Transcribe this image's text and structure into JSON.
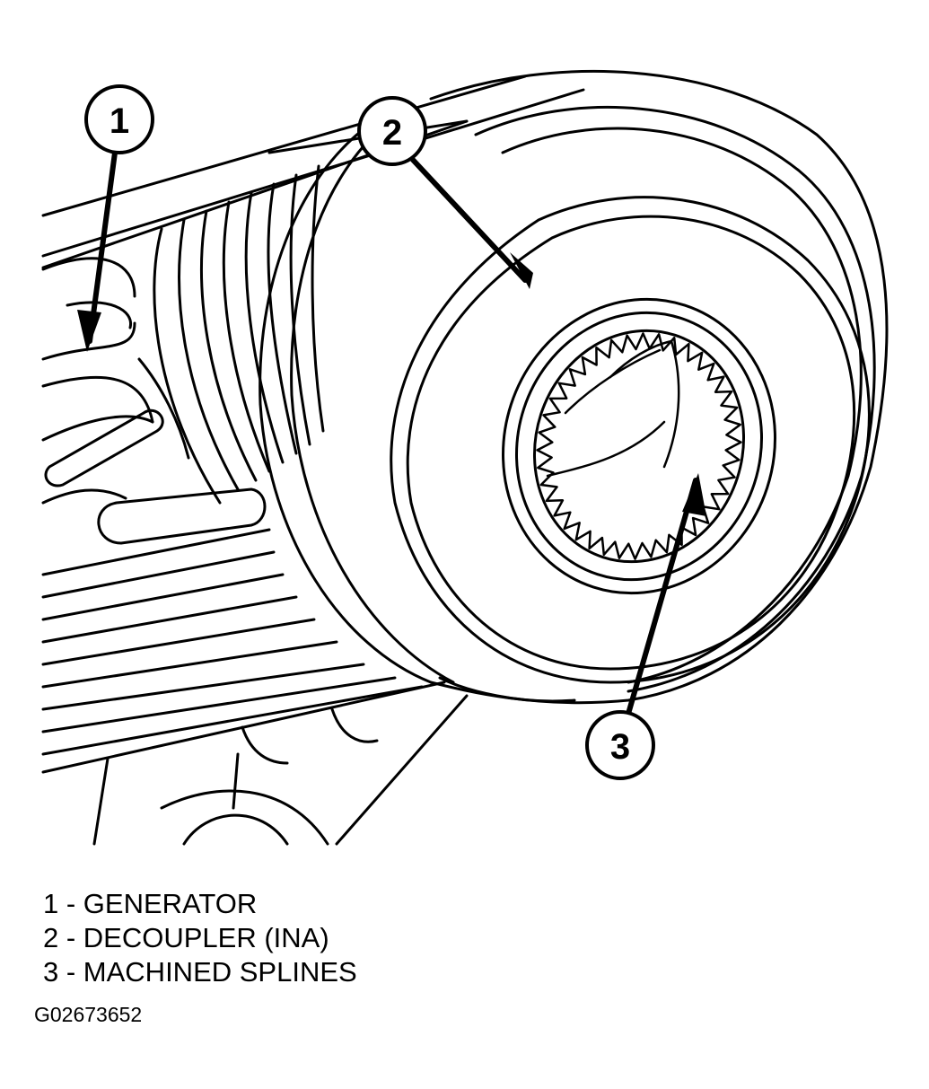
{
  "callouts": [
    {
      "number": "1",
      "label": "GENERATOR"
    },
    {
      "number": "2",
      "label": "DECOUPLER (INA)"
    },
    {
      "number": "3",
      "label": "MACHINED SPLINES"
    }
  ],
  "legend": [
    {
      "text": "1 - GENERATOR"
    },
    {
      "text": "2 - DECOUPLER (INA)"
    },
    {
      "text": "3 - MACHINED SPLINES"
    }
  ],
  "figure_id": "G02673652",
  "colors": {
    "line": "#000000",
    "background": "#ffffff"
  }
}
